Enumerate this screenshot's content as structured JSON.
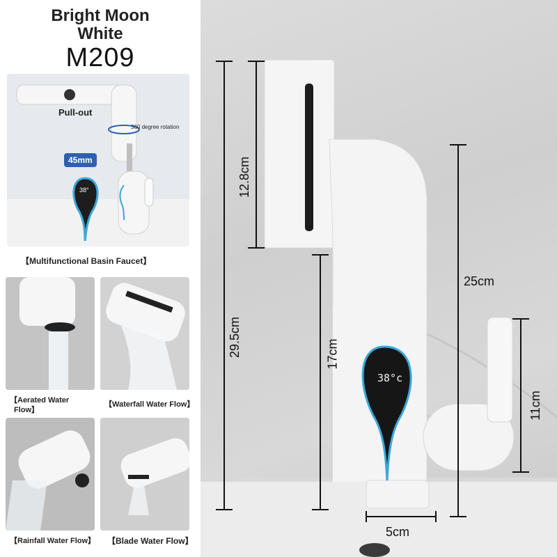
{
  "header": {
    "title_line1": "Bright Moon",
    "title_line2": "White",
    "model": "M209"
  },
  "hero": {
    "pullout_label": "Pull-out",
    "rotation_label": "360 degree rotation",
    "height_badge": "45mm",
    "display_reading": "38°",
    "caption": "【Multifunctional Basin Faucet】"
  },
  "modes": [
    {
      "caption_line1": "【Aerated Water",
      "caption_line2": "Flow】"
    },
    {
      "caption_line1": "【Waterfall Water Flow】"
    },
    {
      "caption_line1": "【Rainfall Water Flow】"
    },
    {
      "caption_line1": "【Blade Water Flow】"
    }
  ],
  "dimensions": {
    "spout_height": "12.8cm",
    "total_height": "29.5cm",
    "body_height": "17cm",
    "reach": "25cm",
    "handle_height": "11cm",
    "base_width": "5cm",
    "display_reading": "38°c"
  },
  "colors": {
    "faucet": "#f4f4f4",
    "display_ring": "#3aa8d8",
    "badge": "#2f5fb0",
    "wall": "#d3d3d3"
  }
}
